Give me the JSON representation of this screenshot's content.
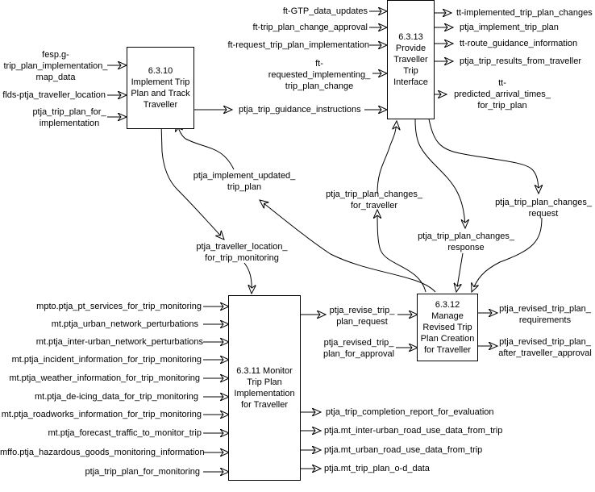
{
  "processes": {
    "p6310": {
      "id": "6.3.10",
      "name_lines": [
        "6.3.10",
        "Implement Trip",
        "Plan and Track",
        "Traveller"
      ]
    },
    "p6311": {
      "id": "6.3.11",
      "name_lines": [
        "6.3.11 Monitor",
        "Trip Plan",
        "Implementation",
        "for Traveller"
      ]
    },
    "p6312": {
      "id": "6.3.12",
      "name_lines": [
        "6.3.12",
        "Manage",
        "Revised Trip",
        "Plan Creation",
        "for Traveller"
      ]
    },
    "p6313": {
      "id": "6.3.13",
      "name_lines": [
        "6.3.13",
        "Provide",
        "Traveller",
        "Trip",
        "Interface"
      ]
    }
  },
  "flows": {
    "f6310_in": [
      [
        "fesp.g-",
        "trip_plan_implementation_",
        "map_data"
      ],
      [
        "flds-ptja_traveller_location"
      ],
      [
        "ptja_trip_plan_for_",
        "implementation"
      ]
    ],
    "f6313_in": [
      [
        "ft-GTP_data_updates"
      ],
      [
        "ft-trip_plan_change_approval"
      ],
      [
        "ft-request_trip_plan_implementation"
      ],
      [
        "ft-",
        "requested_implementing_",
        "trip_plan_change"
      ],
      [
        "ptja_trip_guidance_instructions"
      ]
    ],
    "f6313_out": [
      [
        "tt-implemented_trip_plan_changes"
      ],
      [
        "ptja_implement_trip_plan"
      ],
      [
        "tt-route_guidance_information"
      ],
      [
        "ptja_trip_results_from_traveller"
      ],
      [
        "tt-",
        "predicted_arrival_times_",
        "for_trip_plan"
      ]
    ],
    "internal": {
      "implement_updated": [
        "ptja_implement_updated_",
        "trip_plan"
      ],
      "traveller_location": [
        "ptja_traveller_location_",
        "for_trip_monitoring"
      ],
      "changes_for_traveller": [
        "ptja_trip_plan_changes_",
        "for_traveller"
      ],
      "changes_response": [
        "ptja_trip_plan_changes_",
        "response"
      ],
      "changes_request": [
        "ptja_trip_plan_changes_",
        "request"
      ],
      "revise_request": [
        "ptja_revise_trip_",
        "plan_request"
      ],
      "revised_for_approval": [
        "ptja_revised_trip_",
        "plan_for_approval"
      ]
    },
    "f6311_in": [
      "mpto.ptja_pt_services_for_trip_monitoring",
      "mt.ptja_urban_network_perturbations",
      "mt.ptja_inter-urban_network_perturbations",
      "mt.ptja_incident_information_for_trip_monitoring",
      "mt.ptja_weather_information_for_trip_monitoring",
      "mt.ptja_de-icing_data_for_trip_monitoring",
      "mt.ptja_roadworks_information_for_trip_monitoring",
      "mt.ptja_forecast_traffic_to_monitor_trip",
      "mffo.ptja_hazardous_goods_monitoring_information",
      "ptja_trip_plan_for_monitoring"
    ],
    "f6311_out": [
      "ptja_trip_completion_report_for_evaluation",
      "ptja.mt_inter-urban_road_use_data_from_trip",
      "ptja.mt_urban_road_use_data_from_trip",
      "ptja.mt_trip_plan_o-d_data"
    ],
    "f6312_out": [
      [
        "ptja_revised_trip_plan_",
        "requirements"
      ],
      [
        "ptja_revised_trip_plan_",
        "after_traveller_approval"
      ]
    ]
  }
}
